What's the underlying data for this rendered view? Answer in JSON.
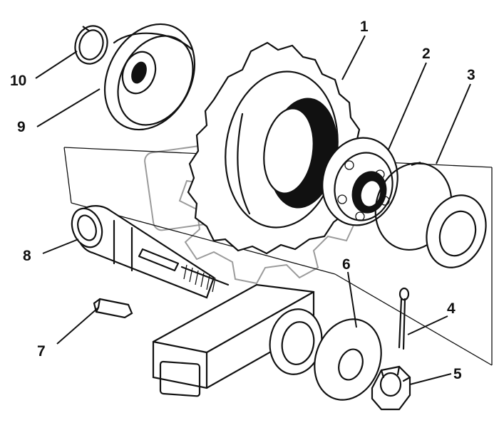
{
  "callouts": [
    {
      "id": "1",
      "label": "1"
    },
    {
      "id": "2",
      "label": "2"
    },
    {
      "id": "3",
      "label": "3"
    },
    {
      "id": "4",
      "label": "4"
    },
    {
      "id": "5",
      "label": "5"
    },
    {
      "id": "6",
      "label": "6"
    },
    {
      "id": "7",
      "label": "7"
    },
    {
      "id": "8",
      "label": "8"
    },
    {
      "id": "9",
      "label": "9"
    },
    {
      "id": "10",
      "label": "10"
    }
  ],
  "colors": {
    "ink": "#111111",
    "background": "#ffffff",
    "watermark": "#8a8a8a"
  }
}
